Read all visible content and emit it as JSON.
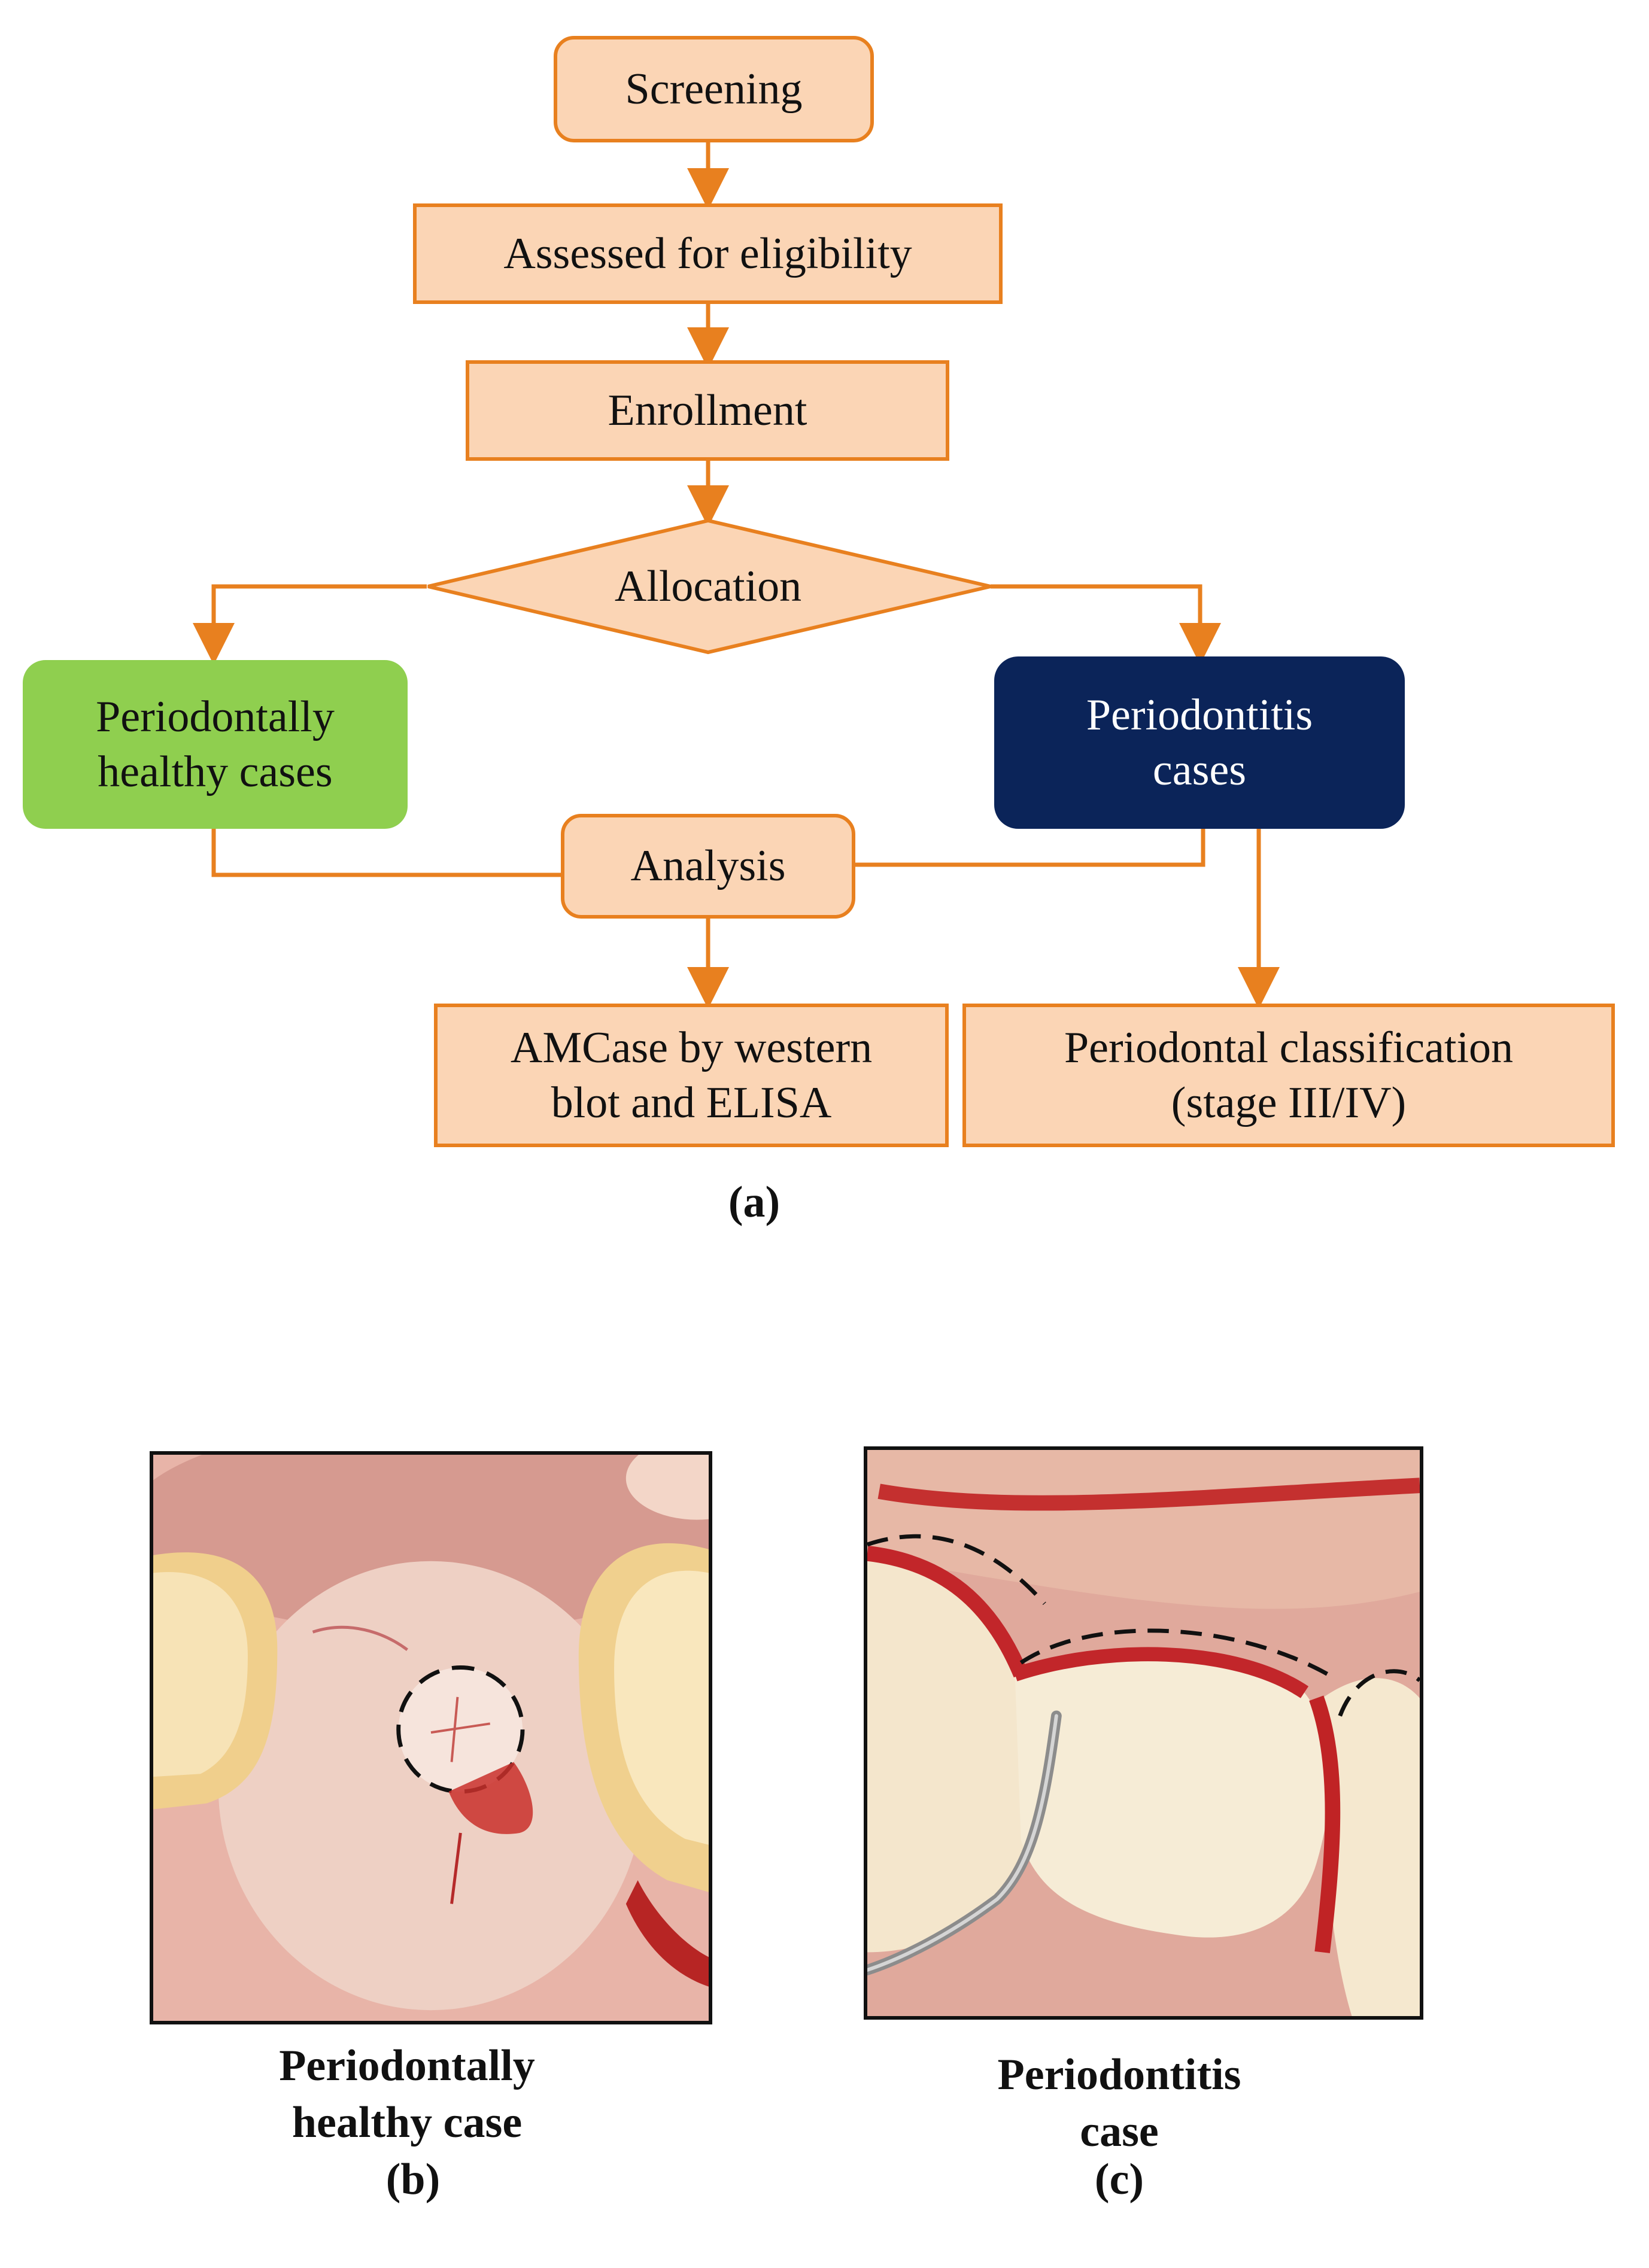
{
  "flowchart": {
    "screening": "Screening",
    "eligibility": "Assessed for eligibility",
    "enrollment": "Enrollment",
    "allocation": "Allocation",
    "healthy": "Periodontally\nhealthy cases",
    "periodontitis": "Periodontitis\ncases",
    "analysis": "Analysis",
    "amcase": "AMCase by western\nblot and ELISA",
    "classification": "Periodontal  classification\n(stage III/IV)",
    "panel_label": "(a)"
  },
  "photos": {
    "healthy_caption": "Periodontally\nhealthy case",
    "healthy_label": "(b)",
    "periodontitis_caption": "Periodontitis\ncase",
    "periodontitis_label": "(c)"
  },
  "colors": {
    "orange_border": "#e8801f",
    "peach_fill": "#fbd5b5",
    "green_fill": "#8fcf4f",
    "navy_fill": "#0b2459"
  }
}
